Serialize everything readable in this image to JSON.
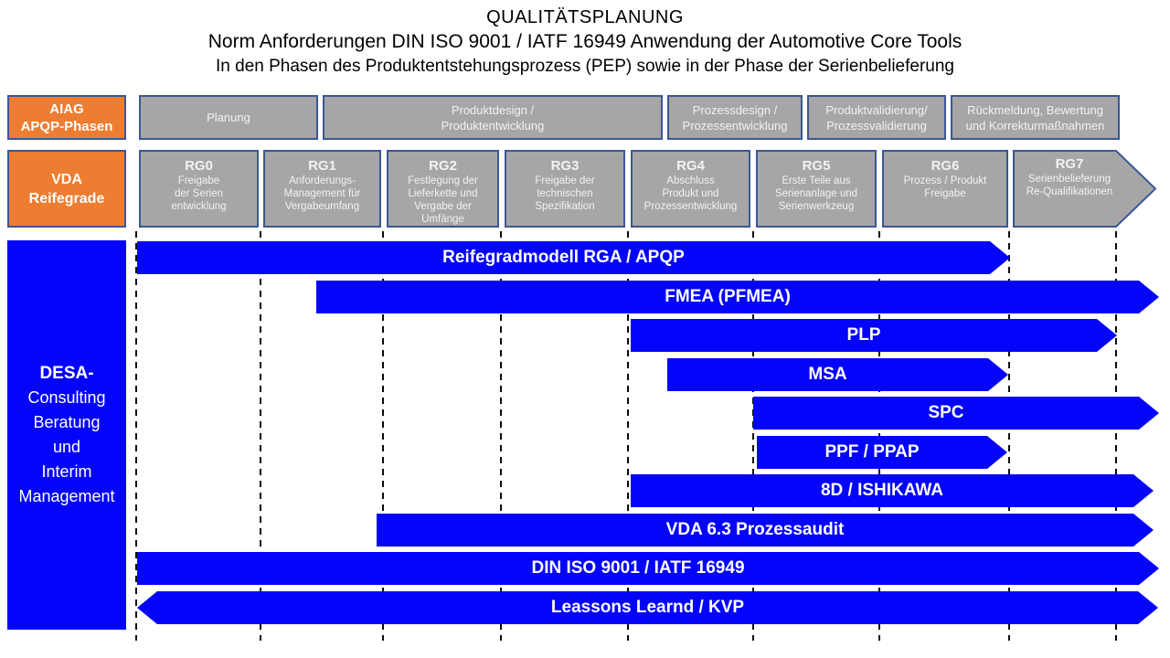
{
  "title": {
    "line1": "QUALITÄTSPLANUNG",
    "line2": "Norm Anforderungen DIN ISO 9001 / IATF 16949 Anwendung der Automotive Core Tools",
    "line3": "In den Phasen des Produktentstehungsprozess (PEP) sowie in der Phase der Serienbelieferung"
  },
  "colors": {
    "accent_orange": "#ED7D31",
    "phase_gray": "#A6A6A6",
    "tool_blue": "#0404FA",
    "box_border_blue": "#3A5795"
  },
  "apqp_row": {
    "header": "AIAG\nAPQP-Phasen",
    "phases": [
      "Planung",
      "Produktdesign /\nProduktentwicklung",
      "Prozessdesign /\nProzessentwicklung",
      "Produktvalidierung/\nProzessvalidierung",
      "Rückmeldung, Bewertung\nund Korrekturmaßnahmen"
    ]
  },
  "vda_row": {
    "header": "VDA\nReifegrade",
    "grades": [
      {
        "code": "RG0",
        "desc": "Freigabe\nder Serien\nentwicklung"
      },
      {
        "code": "RG1",
        "desc": "Anforderungs-\nManagement für\nVergabeumfang"
      },
      {
        "code": "RG2",
        "desc": "Festlegung der\nLieferkette und\nVergabe der\nUmfänge"
      },
      {
        "code": "RG3",
        "desc": "Freigabe der\ntechnischen\nSpezifikation"
      },
      {
        "code": "RG4",
        "desc": "Abschluss\nProdukt und\nProzessentwicklung"
      },
      {
        "code": "RG5",
        "desc": "Erste Teile aus\nSerienanlage und\nSerienwerkzeug"
      },
      {
        "code": "RG6",
        "desc": "Prozess / Produkt\nFreigabe"
      },
      {
        "code": "RG7",
        "desc": "Serienbelieferung\nRe-Qualifikationen"
      }
    ]
  },
  "sidebar": {
    "brand": "DESA-",
    "brand_rest": "Consulting\nBeratung\nund\nInterim\nManagement"
  },
  "tools": [
    "Reifegradmodell RGA / APQP",
    "FMEA (PFMEA)",
    "PLP",
    "MSA",
    "SPC",
    "PPF / PPAP",
    "8D / ISHIKAWA",
    "VDA 6.3 Prozessaudit",
    "DIN ISO 9001 / IATF 16949",
    "Leassons Learnd / KVP"
  ]
}
